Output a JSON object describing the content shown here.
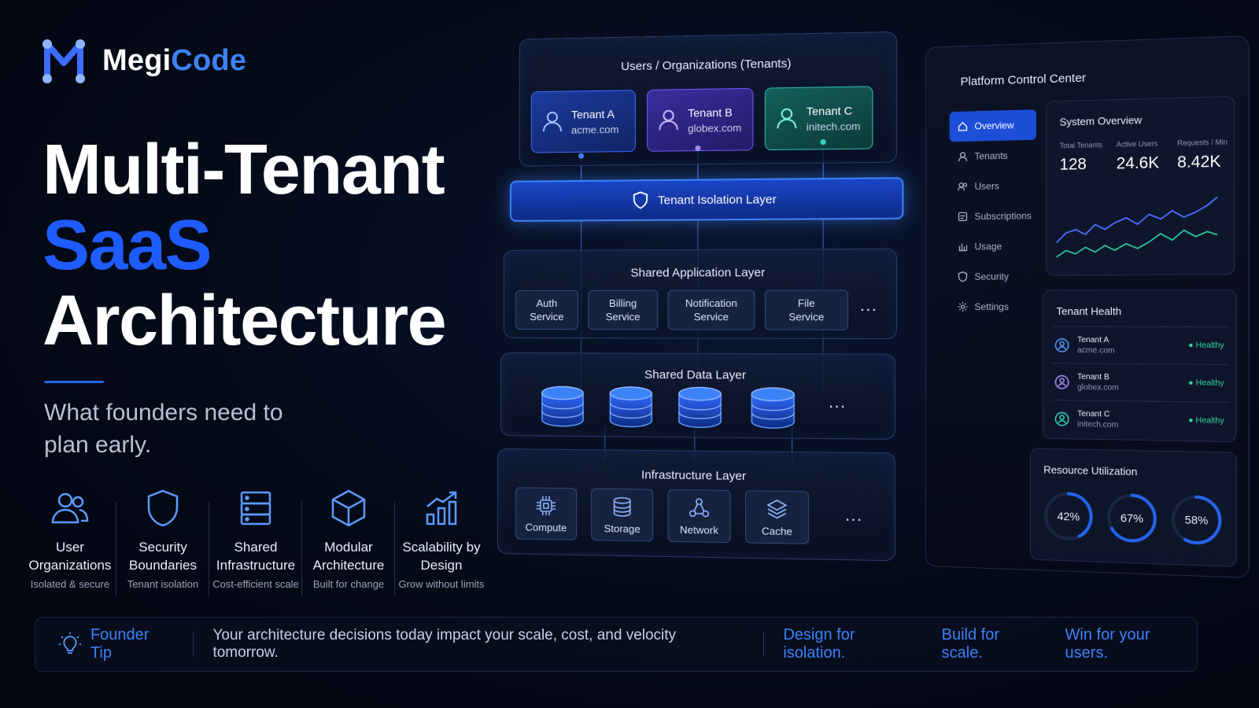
{
  "brand": {
    "name_part1": "Megi",
    "name_part2": "Code"
  },
  "hero": {
    "line1": "Multi-Tenant",
    "line2": "SaaS",
    "line3": "Architecture",
    "subtitle": "What founders need to plan early."
  },
  "features": [
    {
      "icon": "users-icon",
      "title": "User Organizations",
      "subtitle": "Isolated & secure"
    },
    {
      "icon": "shield-icon",
      "title": "Security Boundaries",
      "subtitle": "Tenant isolation"
    },
    {
      "icon": "server-icon",
      "title": "Shared Infrastructure",
      "subtitle": "Cost-efficient scale"
    },
    {
      "icon": "cube-icon",
      "title": "Modular Architecture",
      "subtitle": "Built for change"
    },
    {
      "icon": "growth-chart-icon",
      "title": "Scalability by Design",
      "subtitle": "Grow without limits"
    }
  ],
  "diagram": {
    "tenants_title": "Users / Organizations (Tenants)",
    "tenants": [
      {
        "name": "Tenant A",
        "domain": "acme.com",
        "color": "#3b82f6"
      },
      {
        "name": "Tenant B",
        "domain": "globex.com",
        "color": "#8b5cf6"
      },
      {
        "name": "Tenant C",
        "domain": "initech.com",
        "color": "#2dd4bf"
      }
    ],
    "isolation_label": "Tenant Isolation Layer",
    "app_title": "Shared Application Layer",
    "services": [
      "Auth\nService",
      "Billing\nService",
      "Notification\nService",
      "File\nService"
    ],
    "more": "...",
    "data_title": "Shared Data Layer",
    "infra_title": "Infrastructure Layer",
    "infra": [
      {
        "label": "Compute",
        "icon": "chip-icon"
      },
      {
        "label": "Storage",
        "icon": "database-icon"
      },
      {
        "label": "Network",
        "icon": "network-icon"
      },
      {
        "label": "Cache",
        "icon": "layers-icon"
      }
    ]
  },
  "panel": {
    "title": "Platform Control Center",
    "nav": [
      {
        "label": "Overview",
        "icon": "home-icon"
      },
      {
        "label": "Tenants",
        "icon": "tenants-icon"
      },
      {
        "label": "Users",
        "icon": "users-icon"
      },
      {
        "label": "Subscriptions",
        "icon": "card-icon"
      },
      {
        "label": "Usage",
        "icon": "bar-chart-icon"
      },
      {
        "label": "Security",
        "icon": "shield-icon"
      },
      {
        "label": "Settings",
        "icon": "gear-icon"
      }
    ],
    "system_overview": {
      "title": "System Overview",
      "stats": [
        {
          "label": "Total Tenants",
          "value": "128"
        },
        {
          "label": "Active Users",
          "value": "24.6K"
        },
        {
          "label": "Requests / Min",
          "value": "8.42K"
        }
      ]
    },
    "tenant_health": {
      "title": "Tenant Health",
      "rows": [
        {
          "name": "Tenant A",
          "domain": "acme.com",
          "status": "Healthy"
        },
        {
          "name": "Tenant B",
          "domain": "globex.com",
          "status": "Healthy"
        },
        {
          "name": "Tenant C",
          "domain": "initech.com",
          "status": "Healthy"
        }
      ]
    },
    "resource_utilization": {
      "title": "Resource Utilization",
      "gauges": [
        {
          "label": "42%",
          "value": 42
        },
        {
          "label": "67%",
          "value": 67
        },
        {
          "label": "58%",
          "value": 58
        }
      ]
    }
  },
  "tip": {
    "label": "Founder Tip",
    "text": "Your architecture decisions today impact your scale, cost, and velocity tomorrow.",
    "slogans": [
      "Design for isolation.",
      "Build for scale.",
      "Win for your users."
    ]
  },
  "colors": {
    "accent": "#3b82f6",
    "brand_blue": "#1f5cff",
    "healthy": "#34d399"
  }
}
